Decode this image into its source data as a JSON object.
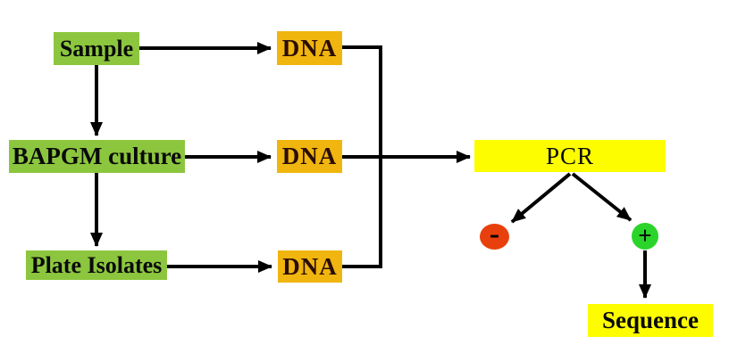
{
  "diagram": {
    "type": "flowchart",
    "background_color": "#ffffff",
    "line_color": "#000000",
    "nodes": {
      "sample": {
        "label": "Sample",
        "shape": "rect",
        "color": "#8cc63e",
        "text_color": "#0a0a0a"
      },
      "bapgm": {
        "label": "BAPGM culture",
        "shape": "rect",
        "color": "#8cc63e",
        "text_color": "#0a0a0a"
      },
      "plate": {
        "label": "Plate Isolates",
        "shape": "rect",
        "color": "#8cc63e",
        "text_color": "#0a0a0a"
      },
      "dna_top": {
        "label": "DNA",
        "shape": "rect",
        "color": "#f0b50e",
        "text_color": "#2a0d05"
      },
      "dna_mid": {
        "label": "DNA",
        "shape": "rect",
        "color": "#f0b50e",
        "text_color": "#2a0d05"
      },
      "dna_bottom": {
        "label": "DNA",
        "shape": "rect",
        "color": "#f0b50e",
        "text_color": "#2a0d05"
      },
      "pcr": {
        "label": "PCR",
        "shape": "rect",
        "color": "#fdfd00",
        "text_color": "#0a0a0a"
      },
      "negative": {
        "label": "-",
        "shape": "circle",
        "color": "#e8400c",
        "text_color": "#000000"
      },
      "positive": {
        "label": "+",
        "shape": "circle",
        "color": "#2bd42b",
        "text_color": "#000000"
      },
      "sequence": {
        "label": "Sequence",
        "shape": "rect",
        "color": "#fdfd00",
        "text_color": "#0a0a0a"
      }
    },
    "edges": [
      {
        "from": "sample",
        "to": "dna_top"
      },
      {
        "from": "sample",
        "to": "bapgm"
      },
      {
        "from": "bapgm",
        "to": "dna_mid"
      },
      {
        "from": "bapgm",
        "to": "plate"
      },
      {
        "from": "plate",
        "to": "dna_bottom"
      },
      {
        "from": "dna_top",
        "to": "pcr"
      },
      {
        "from": "dna_mid",
        "to": "pcr"
      },
      {
        "from": "dna_bottom",
        "to": "pcr"
      },
      {
        "from": "pcr",
        "to": "negative"
      },
      {
        "from": "pcr",
        "to": "positive"
      },
      {
        "from": "positive",
        "to": "sequence"
      }
    ]
  }
}
